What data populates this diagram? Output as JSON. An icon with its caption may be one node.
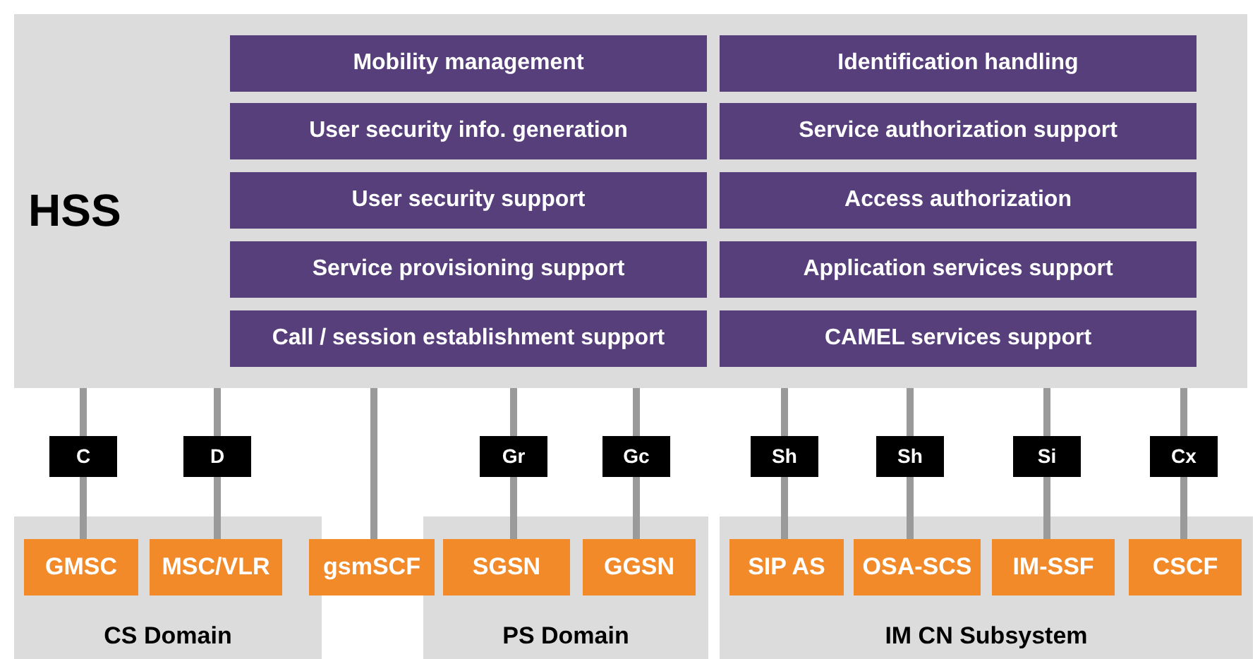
{
  "diagram": {
    "nodes": [
      {
        "text": [
          "HSS"
        ]
      },
      {
        "text": [
          "Mobility management"
        ],
        "in": 0
      },
      {
        "text": [
          "Identification handling"
        ],
        "in": 0
      },
      {
        "text": [
          "User security info. generation"
        ],
        "in": 0
      },
      {
        "text": [
          "Service authorization support"
        ],
        "in": 0
      },
      {
        "text": [
          "User security support"
        ],
        "in": 0
      },
      {
        "text": [
          "Access authorization"
        ],
        "in": 0
      },
      {
        "text": [
          "Service provisioning support"
        ],
        "in": 0
      },
      {
        "text": [
          "Application services support"
        ],
        "in": 0
      },
      {
        "text": [
          "Call / session establishment support"
        ],
        "in": 0
      },
      {
        "text": [
          "CAMEL services support"
        ],
        "in": 0
      },
      {
        "text": [
          "CS Domain"
        ]
      },
      {
        "text": [
          "GMSC"
        ],
        "in": 11
      },
      {
        "text": [
          "MSC/VLR"
        ],
        "in": 11
      },
      {
        "text": [
          "gsmSCF"
        ]
      },
      {
        "text": [
          "PS Domain"
        ]
      },
      {
        "text": [
          "SGSN"
        ],
        "in": 15
      },
      {
        "text": [
          "GGSN"
        ],
        "in": 15
      },
      {
        "text": [
          "IM CN Subsystem"
        ]
      },
      {
        "text": [
          "SIP AS"
        ],
        "in": 18
      },
      {
        "text": [
          "OSA-SCS"
        ],
        "in": 18
      },
      {
        "text": [
          "IM-SSF"
        ],
        "in": 18
      },
      {
        "text": [
          "CSCF"
        ],
        "in": 18
      }
    ],
    "edges": [
      {
        "from": 0,
        "to": 12,
        "arrow": "none",
        "label": "C"
      },
      {
        "from": 0,
        "to": 13,
        "arrow": "none",
        "label": "D"
      },
      {
        "from": 0,
        "to": 14,
        "arrow": "none"
      },
      {
        "from": 0,
        "to": 16,
        "arrow": "none",
        "label": "Gr"
      },
      {
        "from": 0,
        "to": 17,
        "arrow": "none",
        "label": "Gc"
      },
      {
        "from": 0,
        "to": 19,
        "arrow": "none",
        "label": "Sh"
      },
      {
        "from": 0,
        "to": 20,
        "arrow": "none",
        "label": "Sh"
      },
      {
        "from": 0,
        "to": 21,
        "arrow": "none",
        "label": "Si"
      },
      {
        "from": 0,
        "to": 22,
        "arrow": "none",
        "label": "Cx"
      }
    ]
  }
}
